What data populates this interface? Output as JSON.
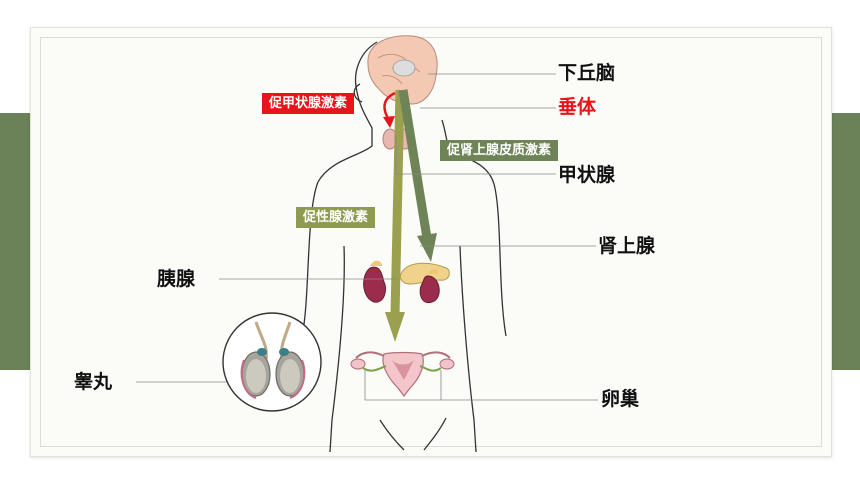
{
  "labels": {
    "hypothalamus": "下丘脑",
    "pituitary": "垂体",
    "thyroid": "甲状腺",
    "adrenal": "肾上腺",
    "pancreas": "胰腺",
    "testis": "睾丸",
    "ovary": "卵巢"
  },
  "hormones": {
    "tsh": "促甲状腺激素",
    "acth": "促肾上腺皮质激素",
    "gonadotropin": "促性腺激素"
  },
  "colors": {
    "accent_red": "#e8141b",
    "band_green": "#6b8157",
    "arrow_green": "#6e8456",
    "arrow_olive": "#9aa04e"
  }
}
